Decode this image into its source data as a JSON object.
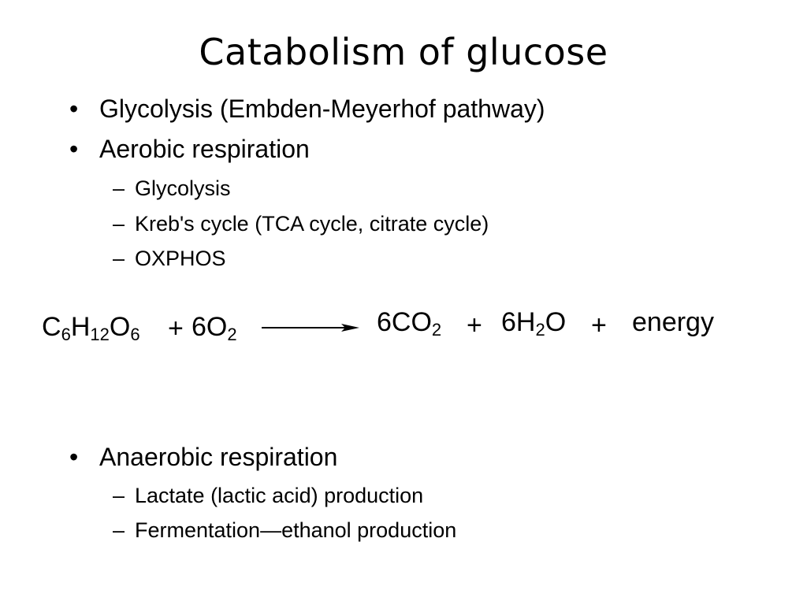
{
  "slide": {
    "title": "Catabolism of glucose",
    "bullet_symbol": "•",
    "dash_symbol": "–",
    "items": [
      {
        "text": "Glycolysis (Embden-Meyerhof pathway)"
      },
      {
        "text": "Aerobic respiration",
        "subitems": [
          "Glycolysis",
          "Kreb's cycle (TCA cycle, citrate cycle)",
          "OXPHOS"
        ]
      },
      {
        "text": "Anaerobic respiration",
        "subitems": [
          "Lactate (lactic acid) production",
          "Fermentation—ethanol production"
        ]
      }
    ],
    "equation": {
      "glucose": {
        "C": "C",
        "c_sub": "6",
        "H": "H",
        "h_sub": "12",
        "O": "O",
        "o_sub": "6"
      },
      "plus1": "+",
      "oxygen": {
        "coef": "6O",
        "sub": "2"
      },
      "co2": {
        "text": "6CO",
        "sub": "2"
      },
      "plus2": "+",
      "water": {
        "pre": "6H",
        "sub": "2",
        "post": "O"
      },
      "plus3": "+",
      "energy": "energy"
    }
  }
}
